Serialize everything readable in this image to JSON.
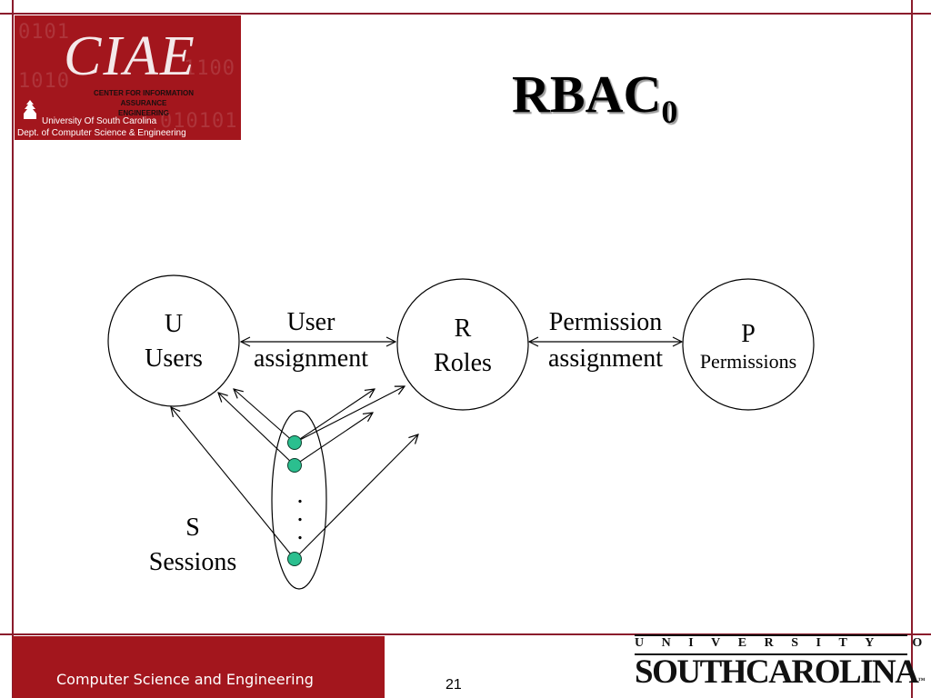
{
  "header": {
    "logo": {
      "wordmark": "CIAE",
      "center_line1": "CENTER FOR INFORMATION ASSURANCE",
      "center_line2": "ENGINEERING",
      "university": "University Of South Carolina",
      "department": "Dept. of Computer Science & Engineering"
    },
    "title_main": "RBAC",
    "title_sub": "0"
  },
  "diagram": {
    "users": {
      "letter": "U",
      "name": "Users"
    },
    "roles": {
      "letter": "R",
      "name": "Roles"
    },
    "permissions": {
      "letter": "P",
      "name": "Permissions"
    },
    "sessions": {
      "letter": "S",
      "name": "Sessions"
    },
    "user_assignment": {
      "line1": "User",
      "line2": "assignment"
    },
    "permission_assignment": {
      "line1": "Permission",
      "line2": "assignment"
    },
    "ellipsis_dot": "."
  },
  "footer": {
    "left_text": "Computer Science and Engineering",
    "page_number": "21",
    "usc_top": "UNIVERSITY OF",
    "usc_bottom": "SOUTHCAROLINA",
    "usc_tm": "™"
  },
  "colors": {
    "accent": "#a3161d",
    "frame": "#8b1c2c",
    "session_dot": "#2bbf8f"
  }
}
